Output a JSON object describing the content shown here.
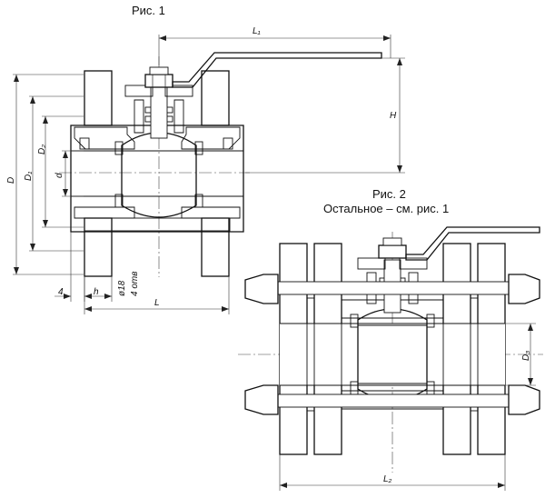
{
  "figures": {
    "fig1_caption": "Рис. 1",
    "fig2_caption": "Рис. 2",
    "fig2_note": "Остальное – см. рис. 1"
  },
  "dimensions": {
    "L1": "L₁",
    "H": "H",
    "D": "D",
    "D1": "D₁",
    "D2": "D₂",
    "d": "d",
    "four": "4",
    "h": "h",
    "hole_dia": "ø18",
    "holes": "4 отв",
    "L": "L",
    "D3": "D₃",
    "L2": "L₂"
  }
}
